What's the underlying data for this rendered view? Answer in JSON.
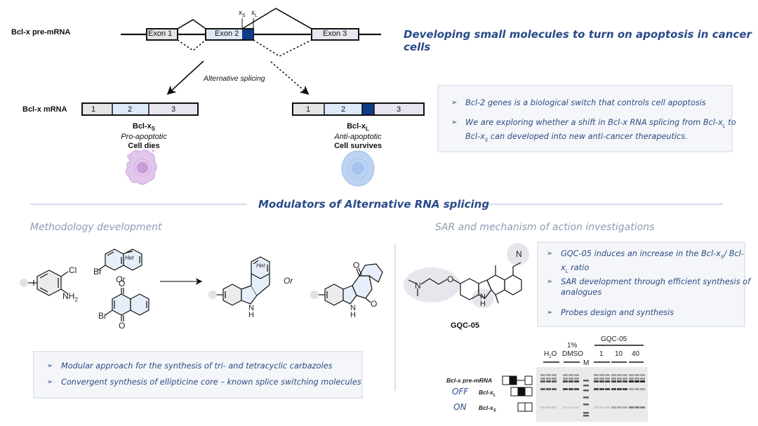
{
  "top": {
    "pre_mrna_label": "Bcl-x pre-mRNA",
    "exons": [
      "Exon 1",
      "Exon 2",
      "Exon 3"
    ],
    "site_xs": "x",
    "site_xs_sub": "S",
    "site_xl": "x",
    "site_xl_sub": "L",
    "alt_splicing_label": "Alternative splicing",
    "mrna_label": "Bcl-x mRNA",
    "short_isoform": {
      "segments": [
        "1",
        "2",
        "3"
      ],
      "name": "Bcl-x",
      "name_sub": "S",
      "role": "Pro-apoptotic",
      "outcome": "Cell dies"
    },
    "long_isoform": {
      "segments": [
        "1",
        "2",
        "3"
      ],
      "name": "Bcl-x",
      "name_sub": "L",
      "role": "Anti-apoptotic",
      "outcome": "Cell survives"
    }
  },
  "headline": "Developing small molecules to turn on apoptosis in cancer cells",
  "intro_panel": {
    "bullets": [
      {
        "text": "Bcl-2 genes is a biological switch that controls cell apoptosis"
      },
      {
        "text_a": "We are exploring whether a shift in Bcl-x RNA splicing from Bcl-x",
        "sub_a": "L",
        "text_b": "to Bcl-x",
        "sub_b": "S",
        "text_c": " can developed into new anti-cancer therapeutics."
      }
    ]
  },
  "section_title": "Modulators of Alternative RNA splicing",
  "left": {
    "subtitle": "Methodology development",
    "chem": {
      "cl": "Cl",
      "nh2": "NH",
      "nh2_sub": "2",
      "br1": "Br",
      "het": "Het",
      "or1": "Or",
      "br2": "Br",
      "o": "O",
      "or2": "Or",
      "n": "N",
      "h": "H"
    },
    "bullets": [
      "Modular approach for the synthesis of tri- and tetracyclic carbazoles",
      "Convergent synthesis of ellipticine core – known splice switching molecules"
    ]
  },
  "right": {
    "subtitle": "SAR and mechanism of action investigations",
    "compound_name": "GQC-05",
    "chem": {
      "n": "N",
      "o": "O",
      "nh": "N",
      "h": "H",
      "pyr_n": "N"
    },
    "bullets": [
      {
        "a": "GQC-05 induces an increase in the Bcl-x",
        "sa": "S",
        "b": "/ Bcl-",
        "c": "x",
        "sc": "L",
        "d": " ratio"
      },
      {
        "text": "SAR development through efficient synthesis of analogues"
      },
      {
        "text": "Probes design and synthesis"
      }
    ],
    "gel": {
      "treatment_header": "GQC-05",
      "lanes": [
        "H₂O",
        "1%\nDMSO",
        "M",
        "1",
        "10",
        "40"
      ],
      "lane_h2o": "H",
      "lane_h2o_sub": "2",
      "lane_h2o_end": "O",
      "lane_dmso_top": "1%",
      "lane_dmso": "DMSO",
      "lane_m": "M",
      "lane_1": "1",
      "lane_10": "10",
      "lane_40": "40",
      "row_pre": "Bcl-x pre-mRNA",
      "row_off": "OFF",
      "row_off_name": "Bcl-x",
      "row_off_sub": "L",
      "row_on": "ON",
      "row_on_name": "Bcl-x",
      "row_on_sub": "S"
    }
  },
  "colors": {
    "accent": "#2a4a8a",
    "subtitle": "#8e9bb4",
    "exon1": "#e4e4e6",
    "exon2": "#dde9f8",
    "exon3": "#e8e5ee",
    "xl_segment": "#0d3d86",
    "panel_bg": "#f4f6fa",
    "divider": "#d9dfea"
  },
  "arrow_glyph": "➢"
}
